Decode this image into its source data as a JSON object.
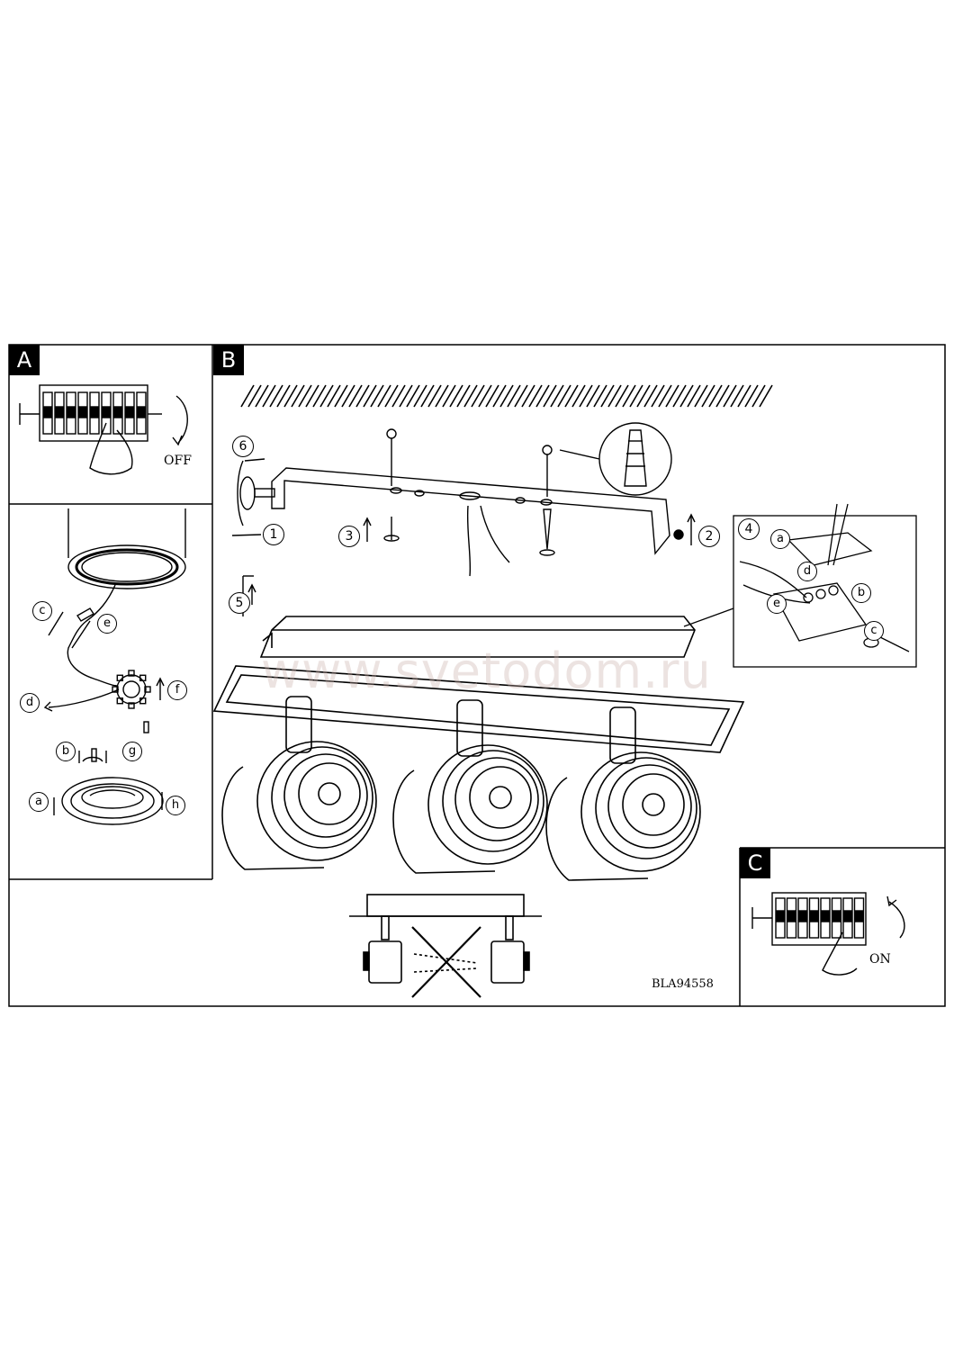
{
  "panels": {
    "a": "A",
    "b": "B",
    "c": "C"
  },
  "switch_labels": {
    "off": "OFF",
    "on": "ON"
  },
  "steps": [
    "1",
    "2",
    "3",
    "4",
    "5",
    "6"
  ],
  "letters": [
    "a",
    "b",
    "c",
    "d",
    "e",
    "f",
    "g",
    "h"
  ],
  "model_code": "BLA94558",
  "watermark": "www.svetodom.ru"
}
